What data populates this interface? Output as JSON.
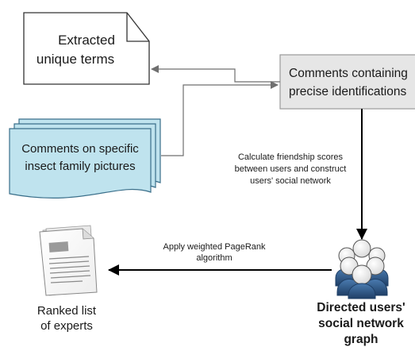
{
  "nodes": {
    "extracted_terms": {
      "line1": "Extracted",
      "line2": "unique terms"
    },
    "comments_identifications": {
      "line1": "Comments containing",
      "line2": "precise identifications"
    },
    "comments_pictures": {
      "line1": "Comments on specific",
      "line2": "insect family pictures"
    },
    "social_graph": {
      "line1": "Directed users'",
      "line2": "social network",
      "line3": "graph"
    },
    "ranked_list": {
      "line1": "Ranked list",
      "line2": "of experts"
    }
  },
  "edges": {
    "friendship": {
      "line1": "Calculate friendship scores",
      "line2": "between users and construct",
      "line3": "users' social network"
    },
    "pagerank": {
      "line1": "Apply weighted PageRank",
      "line2": "algorithm"
    }
  },
  "colors": {
    "document_fill": "#bfe3ee",
    "document_stroke": "#3a6f8a",
    "process_fill": "#e6e6e6",
    "process_stroke": "#9a9a9a",
    "connector": "#6f6f6f",
    "main_arrow": "#000000",
    "users_icon": "#2f5a86"
  },
  "icons": {
    "users": "people-group-icon",
    "report": "report-document-icon"
  }
}
